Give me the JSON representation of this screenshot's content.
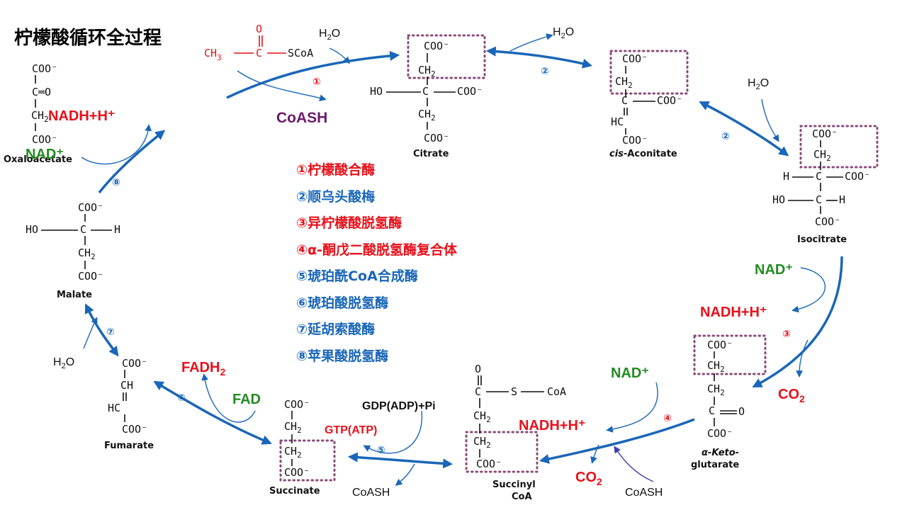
{
  "title": "柠檬酸循环全过程",
  "colors": {
    "arrow": "#1a66b8",
    "red": "#e8101a",
    "green": "#228b22",
    "purple": "#6a1b6a",
    "box": "#8a4a7a"
  },
  "acetyl": {
    "o": "O",
    "ch3": "CH",
    "sub3": "3",
    "c": "C",
    "scoa": "SCoA"
  },
  "water": {
    "h": "H",
    "sub": "2",
    "o": "O"
  },
  "coash": {
    "purple": "CoASH",
    "black": "CoASH"
  },
  "cofactors": {
    "nadh": "NADH+H⁺",
    "nad": "NAD⁺",
    "co2_base": "CO",
    "co2_sub": "2",
    "fadh_base": "FADH",
    "fadh_sub": "2",
    "fad": "FAD",
    "gdp": "GDP(ADP)+Pi",
    "gtp": "GTP(ATP)"
  },
  "steps": [
    "①",
    "②",
    "③",
    "④",
    "⑤",
    "⑥",
    "⑦",
    "⑧"
  ],
  "legend": [
    {
      "text": "①柠檬酸合酶",
      "color": "#e8101a"
    },
    {
      "text": "②顺乌头酸梅",
      "color": "#1a66b8"
    },
    {
      "text": "③异柠檬酸脱氢酶",
      "color": "#e8101a"
    },
    {
      "text": "④α-酮戊二酸脱氢酶复合体",
      "color": "#e8101a"
    },
    {
      "text": "⑤琥珀酰CoA合成酶",
      "color": "#1a66b8"
    },
    {
      "text": "⑥琥珀酸脱氢酶",
      "color": "#1a66b8"
    },
    {
      "text": "⑦延胡索酸酶",
      "color": "#1a66b8"
    },
    {
      "text": "⑧苹果酸脱氢酶",
      "color": "#1a66b8"
    }
  ],
  "groups": {
    "coo": "COO⁻",
    "ch": "CH",
    "sub2": "2",
    "c": "C",
    "cO": "C═O",
    "hc": "HC",
    "ho": "HO",
    "h": "H",
    "s": "S",
    "coa": "CoA",
    "o": "O"
  },
  "compounds": {
    "citrate": "Citrate",
    "cis_prefix": "cis",
    "cis_rest": "-Aconitate",
    "isocitrate": "Isocitrate",
    "keto1": "α-Keto-",
    "keto2": "glutarate",
    "succinyl1": "Succinyl",
    "succinyl2": "CoA",
    "succinate": "Succinate",
    "fumarate": "Fumarate",
    "malate": "Malate",
    "oxaloacetate": "Oxaloacetate"
  }
}
